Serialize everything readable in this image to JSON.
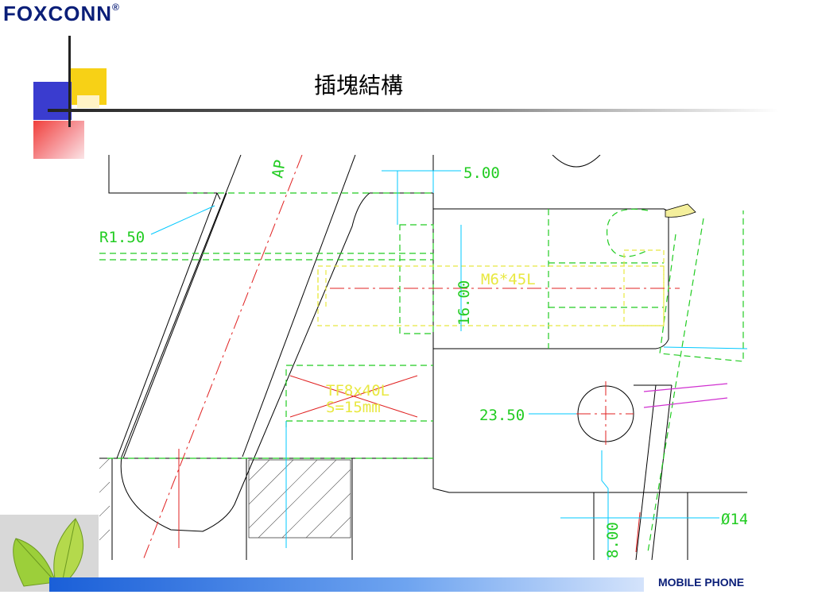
{
  "header": {
    "logo_text": "FOXCONN",
    "logo_mark": "®"
  },
  "slide": {
    "title": "插塊結構"
  },
  "drawing": {
    "dim_5": "5.00",
    "radius": "R1.50",
    "label_ap": "AP",
    "dim_16": "16.00",
    "screw": "M6*45L",
    "spring_1": "TF8x40L",
    "spring_2": "S=15mm",
    "dim_23": "23.50",
    "dim_14": "Ø14",
    "dim_bottom": "8.00"
  },
  "footer": {
    "label": "MOBILE PHONE"
  },
  "colors": {
    "brand": "#0a1e78",
    "cad_green": "#22cc22",
    "cad_cyan": "#00c8ff",
    "cad_yellow": "#e8e840",
    "cad_red": "#e02020",
    "cad_magenta": "#d030d0"
  }
}
